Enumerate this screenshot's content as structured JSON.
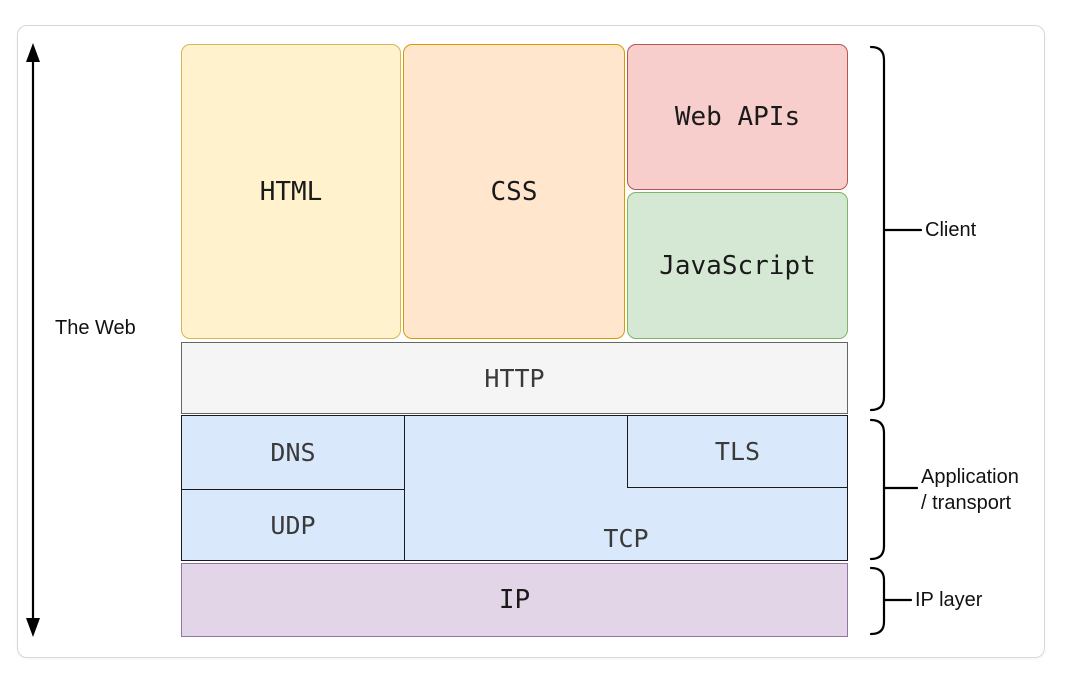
{
  "diagram": {
    "web_label": "The Web",
    "boxes": {
      "html": {
        "label": "HTML",
        "fill": "#FFF2CC",
        "stroke": "#D6B656"
      },
      "css": {
        "label": "CSS",
        "fill": "#FFE6CC",
        "stroke": "#D79B00"
      },
      "web_apis": {
        "label": "Web APIs",
        "fill": "#F8CECC",
        "stroke": "#B85450"
      },
      "javascript": {
        "label": "JavaScript",
        "fill": "#D5E8D4",
        "stroke": "#82B366"
      },
      "http": {
        "label": "HTTP",
        "fill": "#F5F5F5",
        "stroke": "#666666"
      },
      "dns": {
        "label": "DNS",
        "fill": "#DAE8FC",
        "stroke": "#1a1a1a"
      },
      "udp": {
        "label": "UDP",
        "fill": "#DAE8FC",
        "stroke": "#1a1a1a"
      },
      "tcp": {
        "label": "TCP",
        "fill": "#DAE8FC",
        "stroke": "#1a1a1a"
      },
      "tls": {
        "label": "TLS",
        "fill": "#DAE8FC",
        "stroke": "#1a1a1a"
      },
      "ip": {
        "label": "IP",
        "fill": "#E1D5E7",
        "stroke": "#9673A6"
      }
    },
    "brackets": {
      "client": {
        "label": "Client"
      },
      "app_transport": {
        "line1": "Application",
        "line2": "/ transport"
      },
      "ip_layer": {
        "label": "IP layer"
      }
    },
    "stroke_color": "#000000",
    "card_border_color": "#d8d8d8"
  }
}
